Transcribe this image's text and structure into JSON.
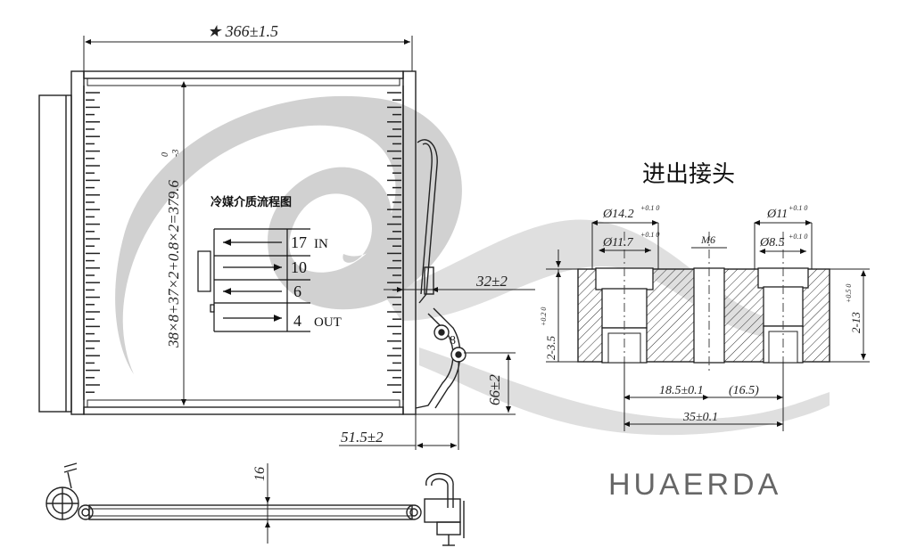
{
  "drawing": {
    "overall_width": "★ 366±1.5",
    "core_height": "38×8+37×2+0.8×2=379.6",
    "core_height_tol_upper": "0",
    "core_height_tol_lower": "-3",
    "pipe_offset": "32±2",
    "pipe_drop": "66±2",
    "pipe_reach": "51.5±2",
    "thickness": "16",
    "connector_marker": "8"
  },
  "flow_diagram": {
    "title": "冷媒介质流程图",
    "passes": [
      {
        "count": "17",
        "label": "IN"
      },
      {
        "count": "10",
        "label": ""
      },
      {
        "count": "6",
        "label": ""
      },
      {
        "count": "4",
        "label": "OUT"
      }
    ]
  },
  "connector_detail": {
    "title": "进出接头",
    "bore_a_outer": "Ø14.2",
    "bore_a_outer_tol": "+0.1 0",
    "bore_a_inner": "Ø11.7",
    "bore_a_inner_tol": "+0.1 0",
    "bolt_hole": "M6",
    "bore_b_outer": "Ø11",
    "bore_b_outer_tol": "+0.1 0",
    "bore_b_inner": "Ø8.5",
    "bore_b_inner_tol": "+0.1 0",
    "depth_left": "2-3.5",
    "depth_left_tol": "+0.2 0",
    "depth_right": "2-13",
    "depth_right_tol": "+0.5 0",
    "spacing_a": "18.5±0.1",
    "spacing_b": "(16.5)",
    "spacing_total": "35±0.1"
  },
  "brand": {
    "name": "HUAERDA",
    "color": "#666666"
  },
  "watermark_color": "#c9c9c9"
}
